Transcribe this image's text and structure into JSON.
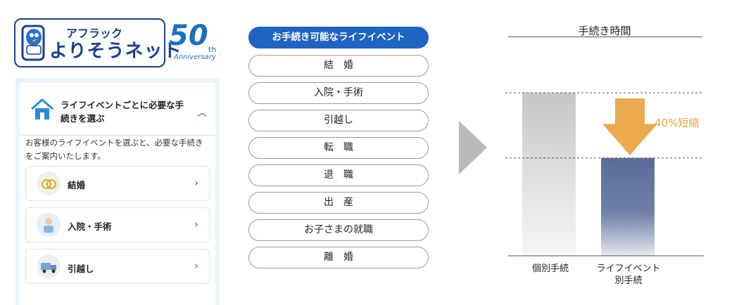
{
  "logo": {
    "brand_small": "アフラック",
    "brand_big": "よりそうネット",
    "anniversary_number": "50",
    "anniversary_suffix": "th",
    "anniversary_text": "Anniversary",
    "colors": {
      "brand": "#1a3f8f",
      "accent": "#1f6fc1"
    }
  },
  "phone_panel": {
    "accordion_title": "ライフイベントごとに必要な手続きを選ぶ",
    "accordion_icon": "house-icon",
    "accordion_toggle_icon": "chevron-up-icon",
    "description": "お客様のライフイベントを選ぶと、必要な手続きをご案内いたします。",
    "items": [
      {
        "label": "結婚",
        "icon": "rings-icon"
      },
      {
        "label": "入院・手術",
        "icon": "patient-icon"
      },
      {
        "label": "引越し",
        "icon": "truck-icon"
      }
    ]
  },
  "life_events": {
    "header": "お手続き可能なライフイベント",
    "items": [
      "結　婚",
      "入院・手術",
      "引越し",
      "転　職",
      "退　職",
      "出　産",
      "お子さまの就職",
      "離　婚"
    ]
  },
  "chart_data": {
    "type": "bar",
    "title": "手続き時間",
    "categories": [
      "個別手続",
      "ライフイベント\n別手続"
    ],
    "values": [
      100,
      60
    ],
    "ylim": [
      0,
      100
    ],
    "annotation": "40%短縮",
    "colors": {
      "bar1": "#c8c8c8",
      "bar2": "#5f7098",
      "annotation": "#e8a13a"
    }
  }
}
